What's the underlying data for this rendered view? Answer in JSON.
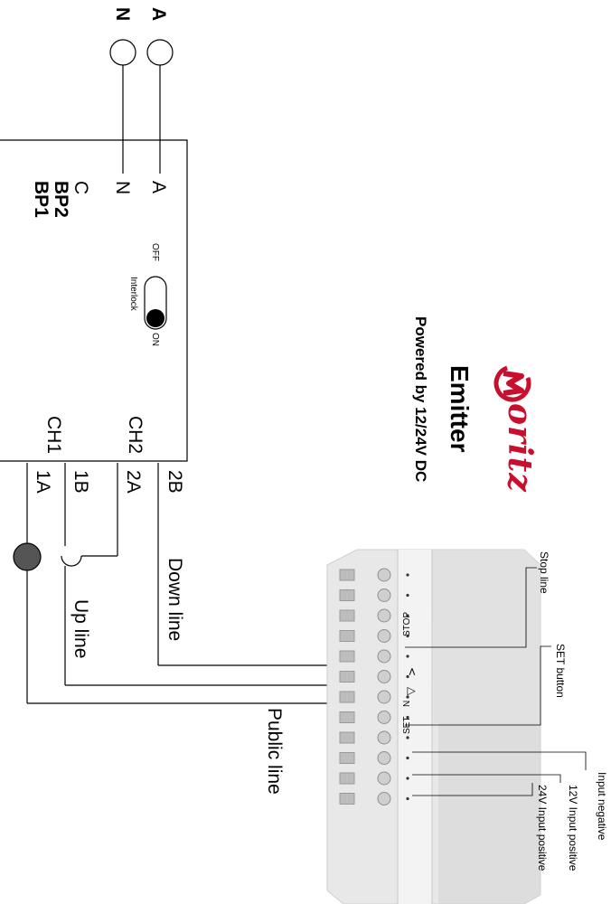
{
  "terminals": {
    "A": "A",
    "N": "N",
    "C": "C",
    "BP2": "BP2",
    "BP1": "BP1",
    "CH1": "CH1",
    "CH2": "CH2",
    "t2B": "2B",
    "t2A": "2A",
    "t1B": "1B",
    "t1A": "1A"
  },
  "top_inputs": {
    "A": "A",
    "N": "N"
  },
  "interlock_switch": {
    "off": "OFF",
    "on": "ON",
    "label": "Interlock",
    "state": "ON"
  },
  "lines": {
    "down": "Down line",
    "up": "Up line",
    "public": "Public line"
  },
  "brand": {
    "logo_text": "oritz",
    "title": "Emitter",
    "subtitle": "Powered by 12/24V DC"
  },
  "callouts": {
    "stop_line": "Stop line",
    "set_button": "SET button",
    "input_negative": "Input negative",
    "input_12v": "12V Input positive",
    "input_24v": "24V Input positive"
  },
  "device_marks": {
    "stop": "STOP",
    "set": "SET",
    "n": "N"
  },
  "colors": {
    "logo_red": "#c8102e",
    "line": "#000000",
    "device_body": "#e6e6e6"
  }
}
